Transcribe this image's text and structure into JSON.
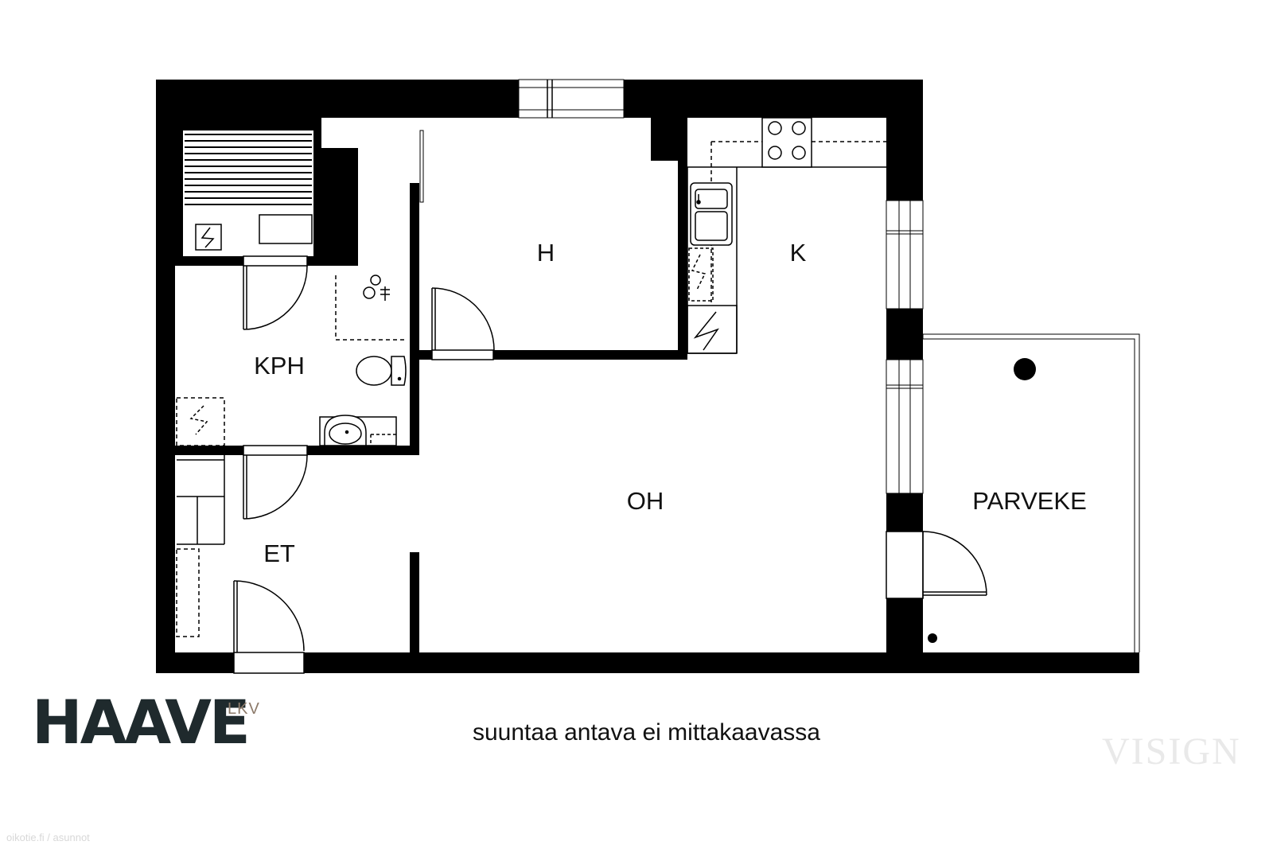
{
  "rooms": {
    "bedroom": "H",
    "kitchen": "K",
    "bathroom": "KPH",
    "entry": "ET",
    "living": "OH",
    "balcony": "PARVEKE"
  },
  "caption": "suuntaa antava ei mittakaavassa",
  "brand": {
    "name": "HAAVE",
    "suffix": "LKV"
  },
  "watermark": "VISIGN",
  "source": "oikotie.fi / asunnot",
  "colors": {
    "wall": "#000000",
    "background": "#ffffff",
    "brand": "#1f2a2d",
    "brand_suffix": "#8c7a6a"
  }
}
